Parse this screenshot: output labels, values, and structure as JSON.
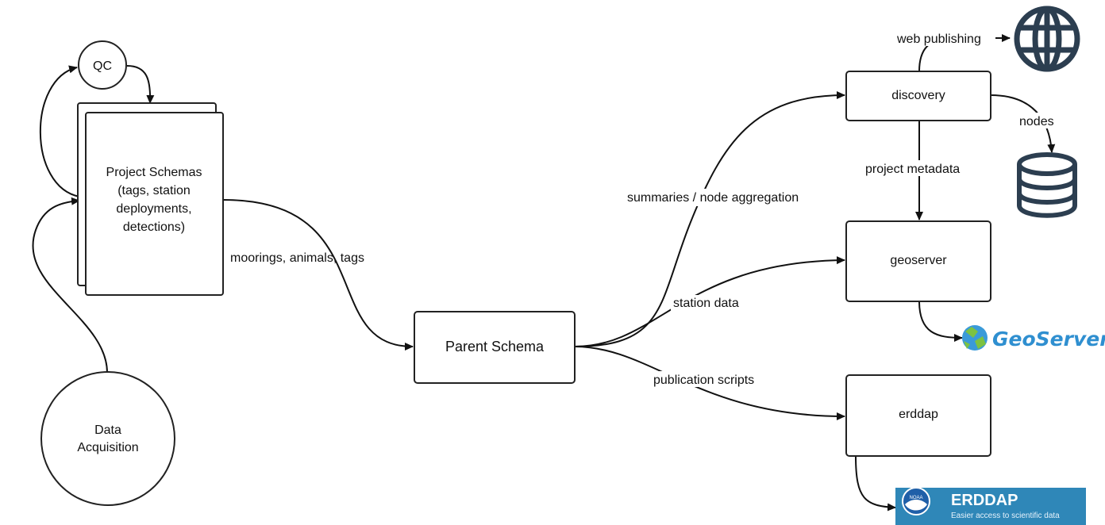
{
  "nodes": {
    "qc": "QC",
    "project_schemas": [
      "Project Schemas",
      "(tags, station",
      "deployments,",
      "detections)"
    ],
    "data_acquisition": [
      "Data",
      "Acquisition"
    ],
    "parent_schema": "Parent Schema",
    "discovery": "discovery",
    "geoserver": "geoserver",
    "erddap": "erddap"
  },
  "edges": {
    "moorings": "moorings, animals, tags",
    "summaries": "summaries / node aggregation",
    "station_data": "station data",
    "publication_scripts": "publication scripts",
    "web_publishing": "web publishing",
    "nodes": "nodes",
    "project_metadata": "project metadata"
  },
  "logos": {
    "geoserver_text": "GeoServer",
    "erddap_title": "ERDDAP",
    "erddap_tagline": "Easier access to scientific data",
    "noaa_text": "NOAA"
  },
  "colors": {
    "geoserver_blue": "#2f8fd0",
    "erddap_bg": "#2f87b8",
    "globe": "#2c3e50",
    "database": "#2c3e50"
  },
  "icons": [
    "globe-icon",
    "database-icon"
  ]
}
